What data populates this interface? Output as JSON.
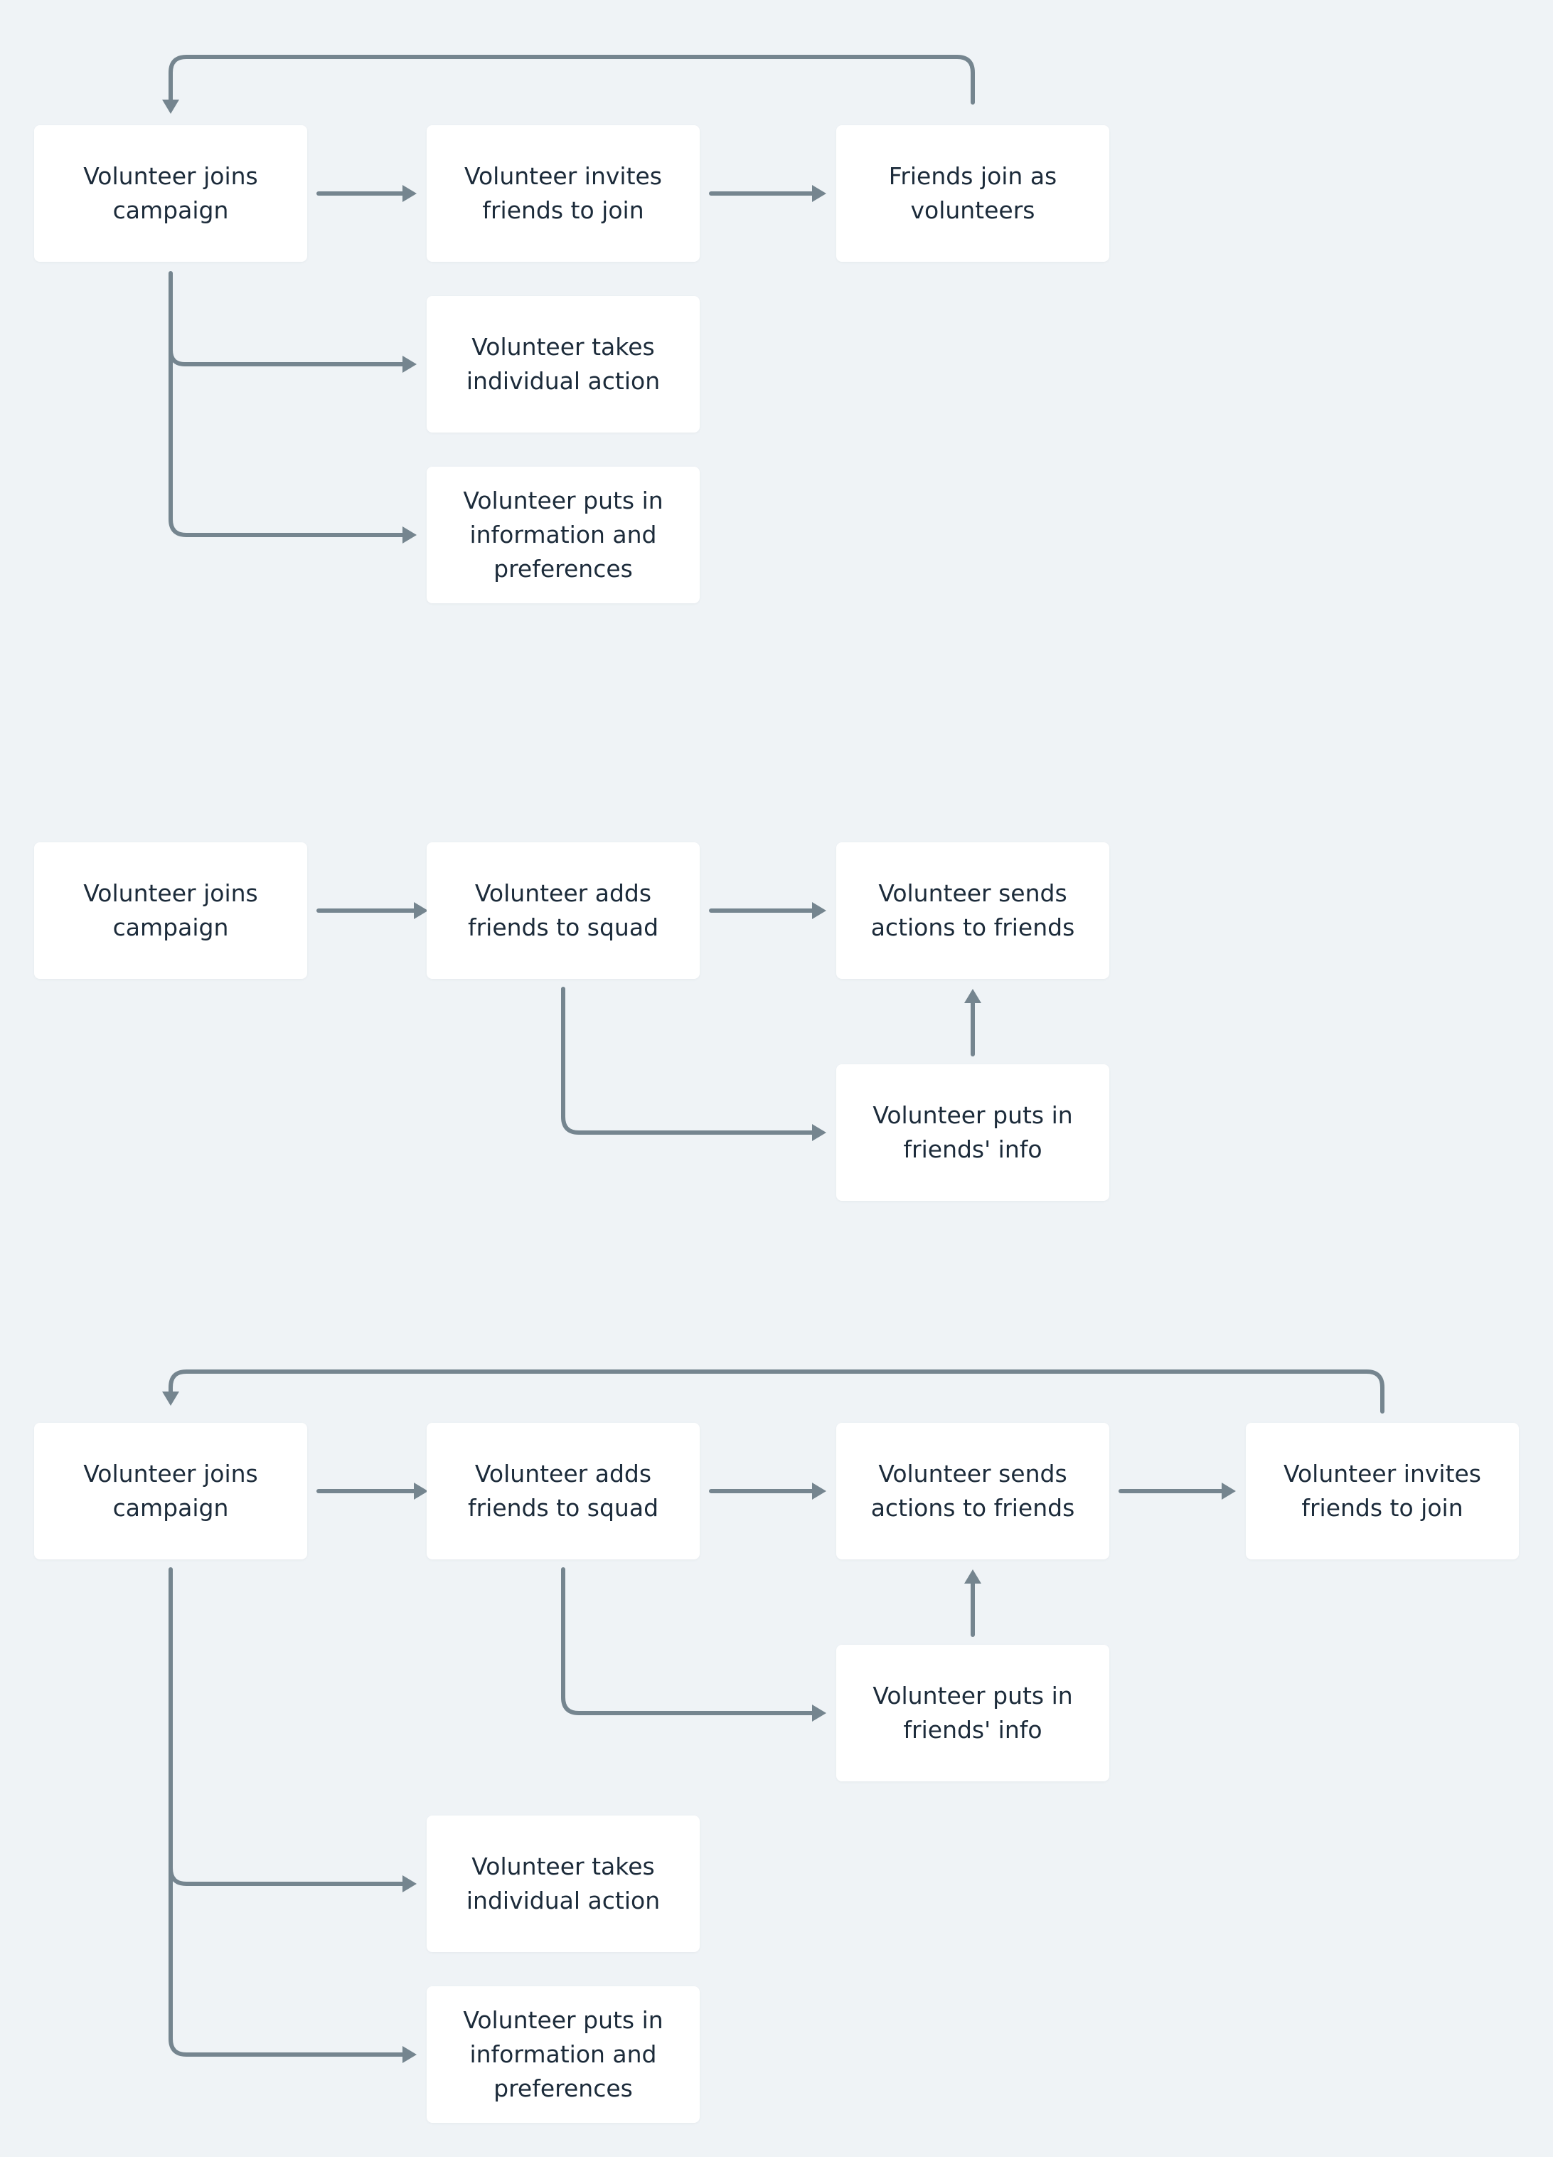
{
  "colors": {
    "background": "#eff3f6",
    "node_fill": "#ffffff",
    "connector": "#75858f",
    "text": "#1c2b3a"
  },
  "diagrams": [
    {
      "nodes": [
        {
          "id": "joins",
          "label": "Volunteer joins\ncampaign"
        },
        {
          "id": "invites",
          "label": "Volunteer invites\nfriends to join"
        },
        {
          "id": "friends-join",
          "label": "Friends join as\nvolunteers"
        },
        {
          "id": "individual-action",
          "label": "Volunteer takes\nindividual action"
        },
        {
          "id": "info-prefs",
          "label": "Volunteer puts in\ninformation and\npreferences"
        }
      ],
      "edges": [
        {
          "from": "joins",
          "to": "invites"
        },
        {
          "from": "invites",
          "to": "friends-join"
        },
        {
          "from": "friends-join",
          "to": "joins"
        },
        {
          "from": "joins",
          "to": "individual-action"
        },
        {
          "from": "joins",
          "to": "info-prefs"
        }
      ]
    },
    {
      "nodes": [
        {
          "id": "joins",
          "label": "Volunteer joins\ncampaign"
        },
        {
          "id": "adds-squad",
          "label": "Volunteer adds\nfriends to squad"
        },
        {
          "id": "sends-actions",
          "label": "Volunteer sends\nactions to friends"
        },
        {
          "id": "friends-info",
          "label": "Volunteer puts in\nfriends' info"
        }
      ],
      "edges": [
        {
          "from": "joins",
          "to": "adds-squad"
        },
        {
          "from": "adds-squad",
          "to": "sends-actions"
        },
        {
          "from": "adds-squad",
          "to": "friends-info"
        },
        {
          "from": "friends-info",
          "to": "sends-actions"
        }
      ]
    },
    {
      "nodes": [
        {
          "id": "joins",
          "label": "Volunteer joins\ncampaign"
        },
        {
          "id": "adds-squad",
          "label": "Volunteer adds\nfriends to squad"
        },
        {
          "id": "sends-actions",
          "label": "Volunteer sends\nactions to friends"
        },
        {
          "id": "invites",
          "label": "Volunteer invites\nfriends to join"
        },
        {
          "id": "friends-info",
          "label": "Volunteer puts in\nfriends' info"
        },
        {
          "id": "individual-action",
          "label": "Volunteer takes\nindividual action"
        },
        {
          "id": "info-prefs",
          "label": "Volunteer puts in\ninformation and\npreferences"
        }
      ],
      "edges": [
        {
          "from": "joins",
          "to": "adds-squad"
        },
        {
          "from": "adds-squad",
          "to": "sends-actions"
        },
        {
          "from": "sends-actions",
          "to": "invites"
        },
        {
          "from": "invites",
          "to": "joins"
        },
        {
          "from": "adds-squad",
          "to": "friends-info"
        },
        {
          "from": "friends-info",
          "to": "sends-actions"
        },
        {
          "from": "joins",
          "to": "individual-action"
        },
        {
          "from": "joins",
          "to": "info-prefs"
        }
      ]
    }
  ]
}
